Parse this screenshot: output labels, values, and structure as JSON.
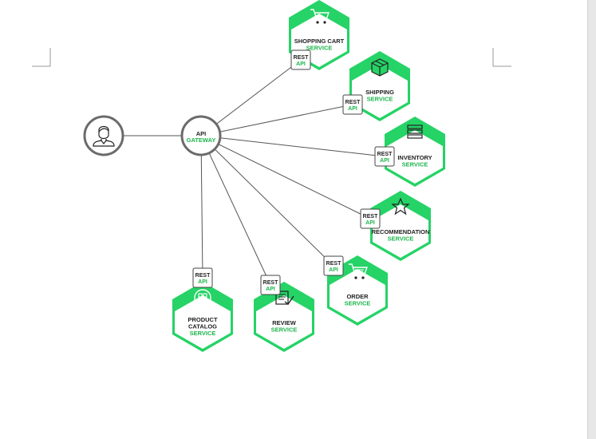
{
  "colors": {
    "accent": "#25d366",
    "accent_text": "#1db54b",
    "line": "#555555",
    "gateway_border": "#6b6b6b"
  },
  "gateway": {
    "line1": "API",
    "line2": "GATEWAY"
  },
  "client": {
    "icon": "user-icon"
  },
  "rest_badge": {
    "line1": "REST",
    "line2": "API"
  },
  "services": [
    {
      "id": "shopping-cart",
      "lines": [
        "SHOPPING CART"
      ],
      "sub": "SERVICE",
      "icon": "shopping-cart-icon"
    },
    {
      "id": "shipping",
      "lines": [
        "SHIPPING"
      ],
      "sub": "SERVICE",
      "icon": "box-icon"
    },
    {
      "id": "inventory",
      "lines": [
        "INVENTORY"
      ],
      "sub": "SERVICE",
      "icon": "stack-icon"
    },
    {
      "id": "recommendation",
      "lines": [
        "RECOMMENDATION"
      ],
      "sub": "SERVICE",
      "icon": "star-icon"
    },
    {
      "id": "order",
      "lines": [
        "ORDER"
      ],
      "sub": "SERVICE",
      "icon": "order-cart-icon"
    },
    {
      "id": "review",
      "lines": [
        "REVIEW"
      ],
      "sub": "SERVICE",
      "icon": "review-icon"
    },
    {
      "id": "product-catalog",
      "lines": [
        "PRODUCT",
        "CATALOG"
      ],
      "sub": "SERVICE",
      "icon": "grid-icon"
    }
  ]
}
